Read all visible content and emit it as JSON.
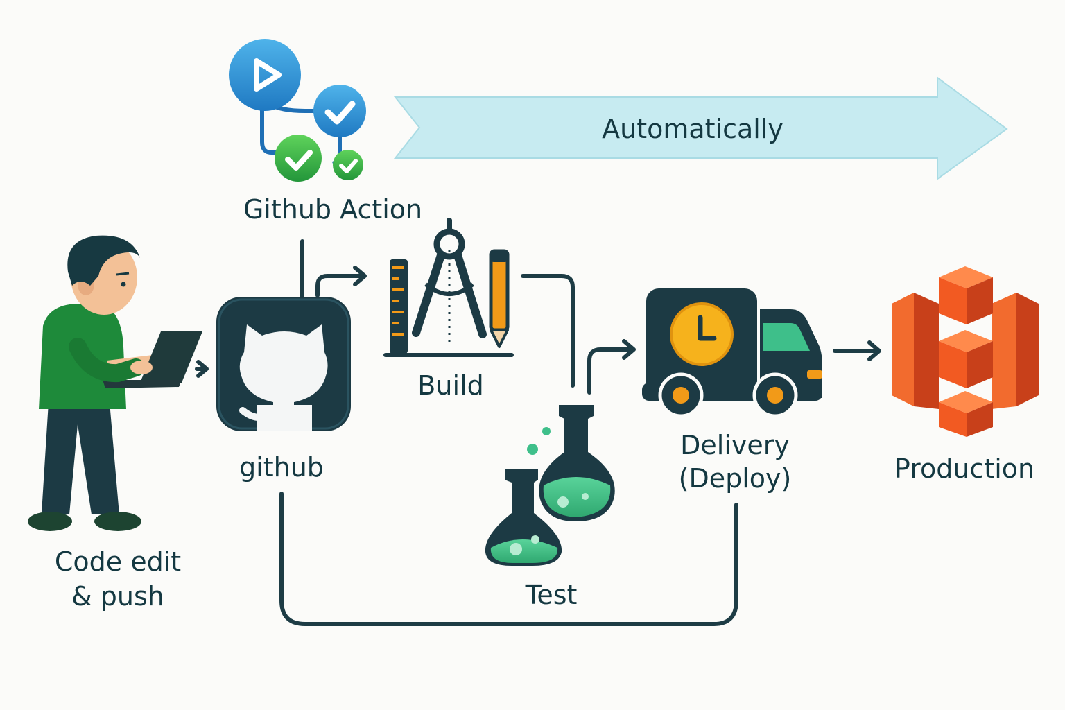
{
  "banner": {
    "label": "Automatically"
  },
  "nodes": {
    "github_action": {
      "label": "Github Action",
      "icon": "workflow-checks-icon"
    },
    "developer": {
      "label_line1": "Code edit",
      "label_line2": "& push",
      "icon": "developer-laptop-icon"
    },
    "github": {
      "label": "github",
      "icon": "github-octocat-icon"
    },
    "build": {
      "label": "Build",
      "icon": "build-tools-icon"
    },
    "test": {
      "label": "Test",
      "icon": "test-flasks-icon"
    },
    "delivery": {
      "label_line1": "Delivery",
      "label_line2": "(Deploy)",
      "icon": "delivery-truck-icon"
    },
    "production": {
      "label": "Production",
      "icon": "aws-s3-icon"
    }
  },
  "colors": {
    "text": "#143841",
    "line": "#1d3c45",
    "banner": "#c7ebf1",
    "green": "#1e8a3a",
    "check_green": "#3fbf4f",
    "blue": "#2d93d3",
    "orange": "#f29a18",
    "teal": "#3ebf8a",
    "s3_red": "#e8501c"
  }
}
